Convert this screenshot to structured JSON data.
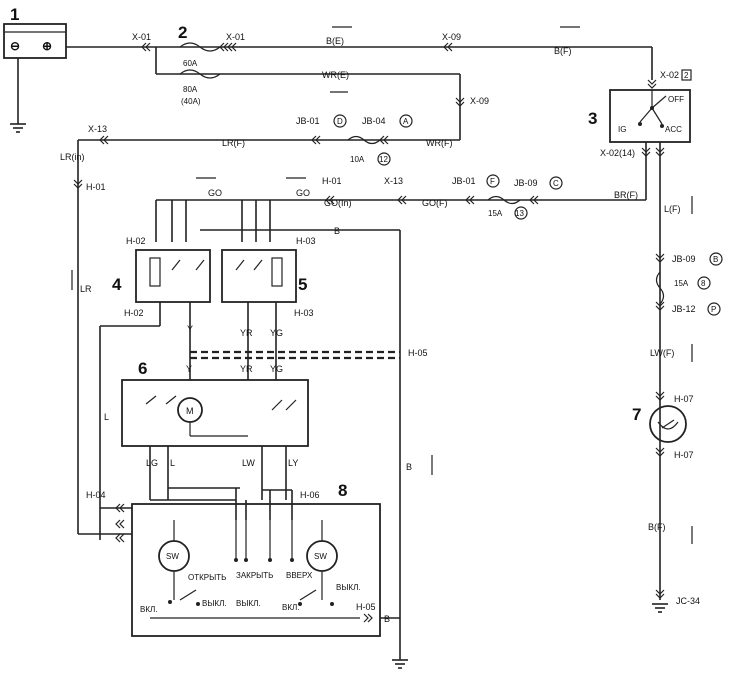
{
  "components": {
    "c1": "1",
    "c2": "2",
    "c3": "3",
    "c4": "4",
    "c5": "5",
    "c6": "6",
    "c7": "7",
    "c8": "8"
  },
  "battery": {
    "minus": "⊖",
    "plus": "⊕"
  },
  "connectors": {
    "x01a": "X-01",
    "x01b": "X-01",
    "x09a": "X-09",
    "x09b": "X-09",
    "x02": "X-02",
    "x02num": "2",
    "x02_14": "X-02(14)",
    "x13a": "X-13",
    "x13b": "X-13",
    "jb01a": "JB-01",
    "jb04": "JB-04",
    "jb01b": "JB-01",
    "jb09a": "JB-09",
    "jb09b": "JB-09",
    "jb12": "JB-12",
    "h01a": "H-01",
    "h01b": "H-01",
    "h02a": "H-02",
    "h02b": "H-02",
    "h03a": "H-03",
    "h03b": "H-03",
    "h04": "H-04",
    "h05a": "H-05",
    "h05b": "H-05",
    "h06": "H-06",
    "h07a": "H-07",
    "h07b": "H-07",
    "jc34": "JC-34"
  },
  "circled": {
    "jb01a_c": "D",
    "jb04_c": "A",
    "jb01b_c": "F",
    "jb09a_c": "C",
    "fuse10_c": "12",
    "fuse15a_c": "13",
    "jb09b_c": "B",
    "fuse15b_c": "8",
    "jb12_c": "P"
  },
  "fuses": {
    "f60": "60A",
    "f80": "80A",
    "f40": "(40A)",
    "f10": "10A",
    "f15a": "15A",
    "f15b": "15A"
  },
  "wires": {
    "bE": "B(E)",
    "wrE": "WR(E)",
    "bF1": "B(F)",
    "lrF": "LR(F)",
    "wrF": "WR(F)",
    "lrIn": "LR(in)",
    "go1": "GO",
    "go2": "GO",
    "goIn": "GO(In)",
    "goF": "GO(F)",
    "brF": "BR(F)",
    "lF": "L(F)",
    "lr": "LR",
    "b1": "B",
    "b2": "B",
    "b3": "B",
    "lwF": "LW(F)",
    "bF2": "B(F)",
    "y1": "Y",
    "yr1": "YR",
    "yg1": "YG",
    "y2": "Y",
    "yr2": "YR",
    "yg2": "YG",
    "lg": "LG",
    "l1": "L",
    "l2": "L",
    "lw": "LW",
    "ly": "LY"
  },
  "switch3": {
    "off": "OFF",
    "ig": "IG",
    "acc": "ACC"
  },
  "motor": {
    "m": "M"
  },
  "sw8": {
    "sw1": "SW",
    "sw2": "SW",
    "open": "ОТКРЫТЬ",
    "close": "ЗАКРЫТЬ",
    "up": "ВВЕРХ",
    "off1": "ВЫКЛ.",
    "off2": "ВЫКЛ.",
    "on1": "ВКЛ.",
    "on2": "ВКЛ.",
    "off3": "ВЫКЛ."
  }
}
